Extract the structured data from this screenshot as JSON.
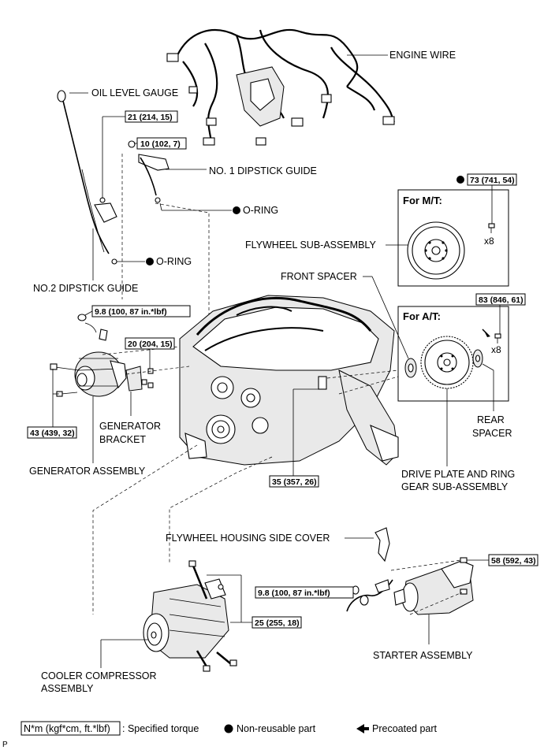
{
  "labels": {
    "engine_wire": "ENGINE WIRE",
    "oil_level_gauge": "OIL LEVEL GAUGE",
    "no1_dipstick_guide": "NO. 1 DIPSTICK GUIDE",
    "o_ring_upper": "O-RING",
    "o_ring_lower": "O-RING",
    "no2_dipstick_guide": "NO.2 DIPSTICK GUIDE",
    "flywheel_sub_assembly": "FLYWHEEL SUB-ASSEMBLY",
    "front_spacer": "FRONT SPACER",
    "rear_spacer_1": "REAR",
    "rear_spacer_2": "SPACER",
    "generator_bracket_1": "GENERATOR",
    "generator_bracket_2": "BRACKET",
    "generator_assembly": "GENERATOR ASSEMBLY",
    "drive_plate_1": "DRIVE PLATE AND RING",
    "drive_plate_2": "GEAR SUB-ASSEMBLY",
    "flywheel_housing_side_cover": "FLYWHEEL HOUSING SIDE COVER",
    "starter_assembly": "STARTER ASSEMBLY",
    "cooler_compressor_1": "COOLER COMPRESSOR",
    "cooler_compressor_2": "ASSEMBLY"
  },
  "panels": {
    "mt_title": "For M/T:",
    "at_title": "For A/T:",
    "mt_qty": "x8",
    "at_qty": "x8"
  },
  "torques": {
    "t_21": "21 (214, 15)",
    "t_10": "10 (102, 7)",
    "t_73": "73 (741, 54)",
    "t_83": "83 (846, 61)",
    "t_98_generator": "9.8 (100, 87 in.*lbf)",
    "t_20": "20 (204, 15)",
    "t_43": "43 (439, 32)",
    "t_35": "35 (357, 26)",
    "t_58": "58 (592, 43)",
    "t_98_starter": "9.8 (100, 87 in.*lbf)",
    "t_25": "25 (255, 18)"
  },
  "legend": {
    "torque_box": "N*m (kgf*cm, ft.*lbf)",
    "torque_text": ": Specified torque",
    "nonreusable_text": "Non-reusable part",
    "precoated_text": "Precoated part"
  },
  "corner_mark": "P"
}
